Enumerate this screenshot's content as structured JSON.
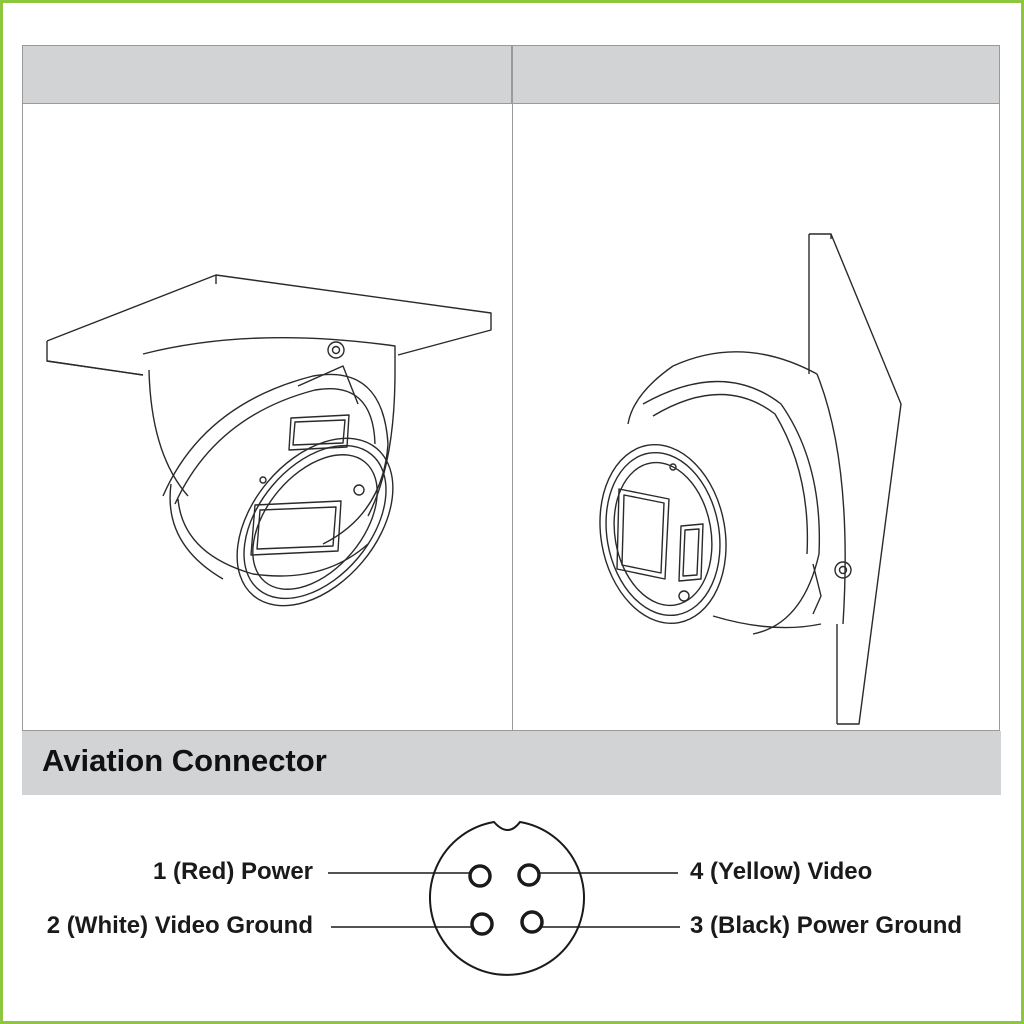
{
  "section": {
    "title": "Aviation Connector"
  },
  "pins": [
    {
      "label": "1 (Red) Power"
    },
    {
      "label": "2 (White) Video Ground"
    },
    {
      "label": "3 (Black) Power Ground"
    },
    {
      "label": "4 (Yellow) Video"
    }
  ],
  "colors": {
    "frame_border": "#8dc63f",
    "header_fill": "#d2d3d5",
    "line": "#333333"
  },
  "icons": [
    "ceiling-mount-camera-icon",
    "wall-mount-camera-icon",
    "aviation-connector-icon"
  ]
}
